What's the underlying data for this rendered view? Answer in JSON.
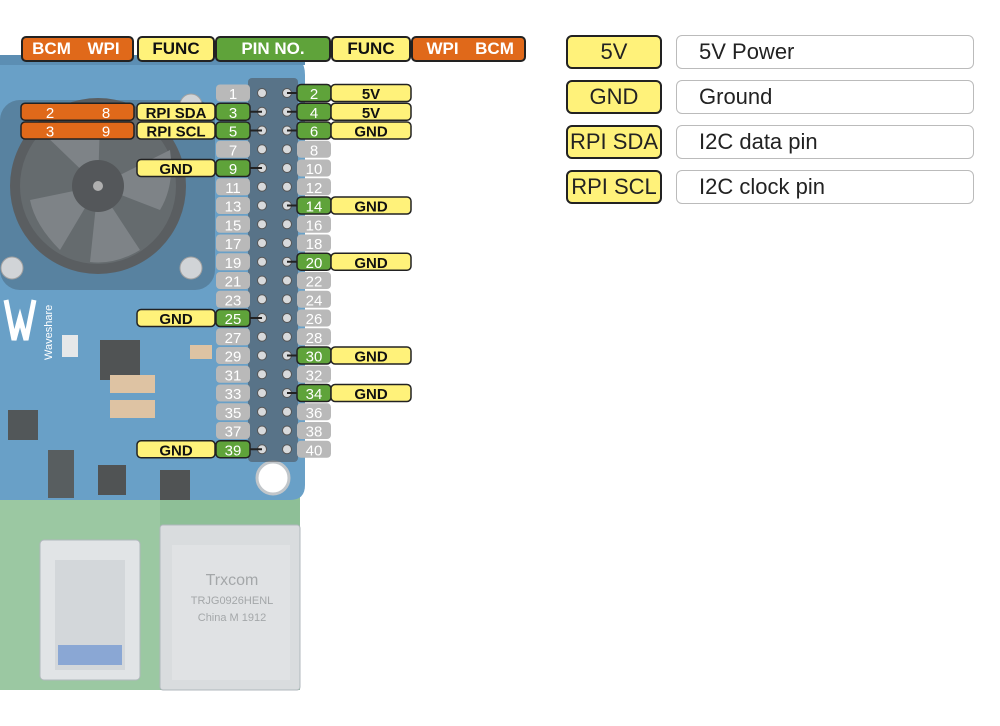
{
  "header": {
    "left_bcm": "BCM",
    "left_wpi": "WPI",
    "left_func": "FUNC",
    "pin_no": "PIN NO.",
    "right_func": "FUNC",
    "right_wpi": "WPI",
    "right_bcm": "BCM"
  },
  "board": {
    "brand_text": "Waveshare",
    "connector_line1": "Trxcom",
    "connector_line2": "TRJG0926HENL",
    "connector_line3": "China M 1912"
  },
  "pins": [
    {
      "num": "1",
      "func": "",
      "wpi": "",
      "bcm": ""
    },
    {
      "num": "2",
      "func": "5V",
      "wpi": "",
      "bcm": ""
    },
    {
      "num": "3",
      "func": "RPI SDA",
      "wpi": "8",
      "bcm": "2"
    },
    {
      "num": "4",
      "func": "5V",
      "wpi": "",
      "bcm": ""
    },
    {
      "num": "5",
      "func": "RPI SCL",
      "wpi": "9",
      "bcm": "3"
    },
    {
      "num": "6",
      "func": "GND",
      "wpi": "",
      "bcm": ""
    },
    {
      "num": "7",
      "func": "",
      "wpi": "",
      "bcm": ""
    },
    {
      "num": "8",
      "func": "",
      "wpi": "",
      "bcm": ""
    },
    {
      "num": "9",
      "func": "GND",
      "wpi": "",
      "bcm": ""
    },
    {
      "num": "10",
      "func": "",
      "wpi": "",
      "bcm": ""
    },
    {
      "num": "11",
      "func": "",
      "wpi": "",
      "bcm": ""
    },
    {
      "num": "12",
      "func": "",
      "wpi": "",
      "bcm": ""
    },
    {
      "num": "13",
      "func": "",
      "wpi": "",
      "bcm": ""
    },
    {
      "num": "14",
      "func": "GND",
      "wpi": "",
      "bcm": ""
    },
    {
      "num": "15",
      "func": "",
      "wpi": "",
      "bcm": ""
    },
    {
      "num": "16",
      "func": "",
      "wpi": "",
      "bcm": ""
    },
    {
      "num": "17",
      "func": "",
      "wpi": "",
      "bcm": ""
    },
    {
      "num": "18",
      "func": "",
      "wpi": "",
      "bcm": ""
    },
    {
      "num": "19",
      "func": "",
      "wpi": "",
      "bcm": ""
    },
    {
      "num": "20",
      "func": "GND",
      "wpi": "",
      "bcm": ""
    },
    {
      "num": "21",
      "func": "",
      "wpi": "",
      "bcm": ""
    },
    {
      "num": "22",
      "func": "",
      "wpi": "",
      "bcm": ""
    },
    {
      "num": "23",
      "func": "",
      "wpi": "",
      "bcm": ""
    },
    {
      "num": "24",
      "func": "",
      "wpi": "",
      "bcm": ""
    },
    {
      "num": "25",
      "func": "GND",
      "wpi": "",
      "bcm": ""
    },
    {
      "num": "26",
      "func": "",
      "wpi": "",
      "bcm": ""
    },
    {
      "num": "27",
      "func": "",
      "wpi": "",
      "bcm": ""
    },
    {
      "num": "28",
      "func": "",
      "wpi": "",
      "bcm": ""
    },
    {
      "num": "29",
      "func": "",
      "wpi": "",
      "bcm": ""
    },
    {
      "num": "30",
      "func": "GND",
      "wpi": "",
      "bcm": ""
    },
    {
      "num": "31",
      "func": "",
      "wpi": "",
      "bcm": ""
    },
    {
      "num": "32",
      "func": "",
      "wpi": "",
      "bcm": ""
    },
    {
      "num": "33",
      "func": "",
      "wpi": "",
      "bcm": ""
    },
    {
      "num": "34",
      "func": "GND",
      "wpi": "",
      "bcm": ""
    },
    {
      "num": "35",
      "func": "",
      "wpi": "",
      "bcm": ""
    },
    {
      "num": "36",
      "func": "",
      "wpi": "",
      "bcm": ""
    },
    {
      "num": "37",
      "func": "",
      "wpi": "",
      "bcm": ""
    },
    {
      "num": "38",
      "func": "",
      "wpi": "",
      "bcm": ""
    },
    {
      "num": "39",
      "func": "GND",
      "wpi": "",
      "bcm": ""
    },
    {
      "num": "40",
      "func": "",
      "wpi": "",
      "bcm": ""
    }
  ],
  "legend": [
    {
      "key": "5V",
      "desc": "5V Power"
    },
    {
      "key": "GND",
      "desc": "Ground"
    },
    {
      "key": "RPI SDA",
      "desc": "I2C data pin"
    },
    {
      "key": "RPI SCL",
      "desc": "I2C clock pin"
    }
  ],
  "colors": {
    "orange": "#e0691a",
    "yellow": "#fff27a",
    "green": "#5fa33a",
    "gray": "#b9b9b9",
    "board_blue": "#3f86b8",
    "board_green": "#5f9a6a"
  }
}
